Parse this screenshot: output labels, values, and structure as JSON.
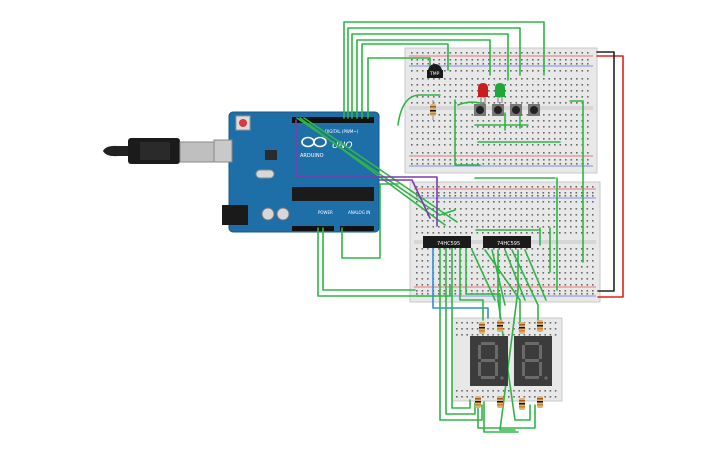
{
  "arduino": {
    "brand": "ARDUINO",
    "model": "UNO",
    "digital_label": "DIGITAL (PWM~)",
    "power_label": "POWER",
    "analog_label": "ANALOG IN"
  },
  "chips": {
    "left_label": "74HC595",
    "right_label": "74HC595"
  },
  "sensor": {
    "label": "TMP"
  },
  "wire_colors": {
    "signal": "#2fb545",
    "power": "#e0201b",
    "ground": "#222222",
    "alt_signal": "#7c3bb0",
    "data": "#2f8fd6"
  },
  "led_colors": {
    "red": "#c81e1e",
    "green": "#1fa83a"
  }
}
